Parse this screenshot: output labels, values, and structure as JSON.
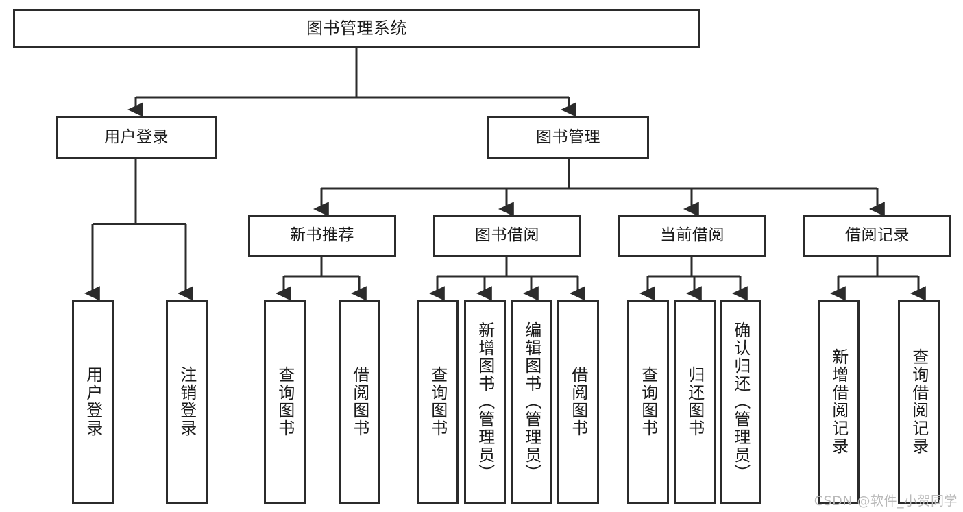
{
  "diagram": {
    "title": "图书管理系统",
    "type": "hierarchy-tree",
    "watermark": "CSDN @软件_小贺同学",
    "nodes": {
      "root": {
        "label": "图书管理系统"
      },
      "level2": [
        {
          "id": "user-login",
          "label": "用户登录"
        },
        {
          "id": "book-manage",
          "label": "图书管理"
        }
      ],
      "level3": [
        {
          "id": "new-book-recommend",
          "label": "新书推荐"
        },
        {
          "id": "book-borrow",
          "label": "图书借阅"
        },
        {
          "id": "current-borrow",
          "label": "当前借阅"
        },
        {
          "id": "borrow-record",
          "label": "借阅记录"
        }
      ],
      "leaves": [
        {
          "id": "leaf-user-login",
          "label": "用户登录"
        },
        {
          "id": "leaf-logout-login",
          "label": "注销登录"
        },
        {
          "id": "leaf-query-book-1",
          "label": "查询图书"
        },
        {
          "id": "leaf-borrow-book-1",
          "label": "借阅图书"
        },
        {
          "id": "leaf-query-book-2",
          "label": "查询图书"
        },
        {
          "id": "leaf-add-book",
          "label": "新增图书（管理员）"
        },
        {
          "id": "leaf-edit-book",
          "label": "编辑图书（管理员）"
        },
        {
          "id": "leaf-borrow-book-2",
          "label": "借阅图书"
        },
        {
          "id": "leaf-query-book-3",
          "label": "查询图书"
        },
        {
          "id": "leaf-return-book",
          "label": "归还图书"
        },
        {
          "id": "leaf-confirm-return",
          "label": "确认归还（管理员）"
        },
        {
          "id": "leaf-add-borrow-record",
          "label": "新增借阅记录"
        },
        {
          "id": "leaf-query-borrow-record",
          "label": "查询借阅记录"
        }
      ]
    },
    "colors": {
      "stroke": "#2b2b2b",
      "fill": "#ffffff",
      "text": "#1a1a1a",
      "watermark": "#b9b9b9"
    }
  }
}
